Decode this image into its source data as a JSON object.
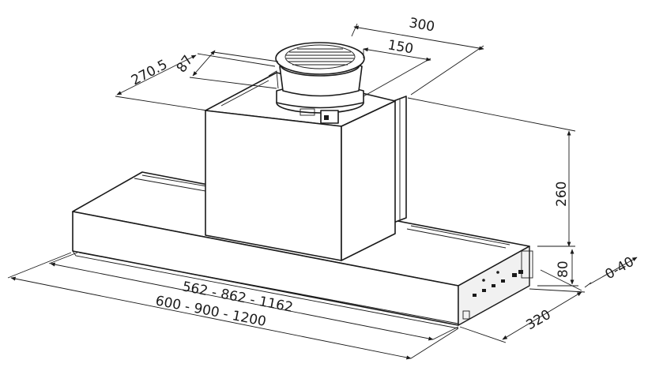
{
  "dimensions": {
    "fan_span": "300",
    "fan_inner": "150",
    "depth_offset": "270.5",
    "collar_offset": "87",
    "chimney_height": "260",
    "body_height": "80",
    "adjust_range": "0-40",
    "depth": "320",
    "inner_widths": "562  -  862  -  1162",
    "outer_widths": "600  -  900  -  1200"
  }
}
